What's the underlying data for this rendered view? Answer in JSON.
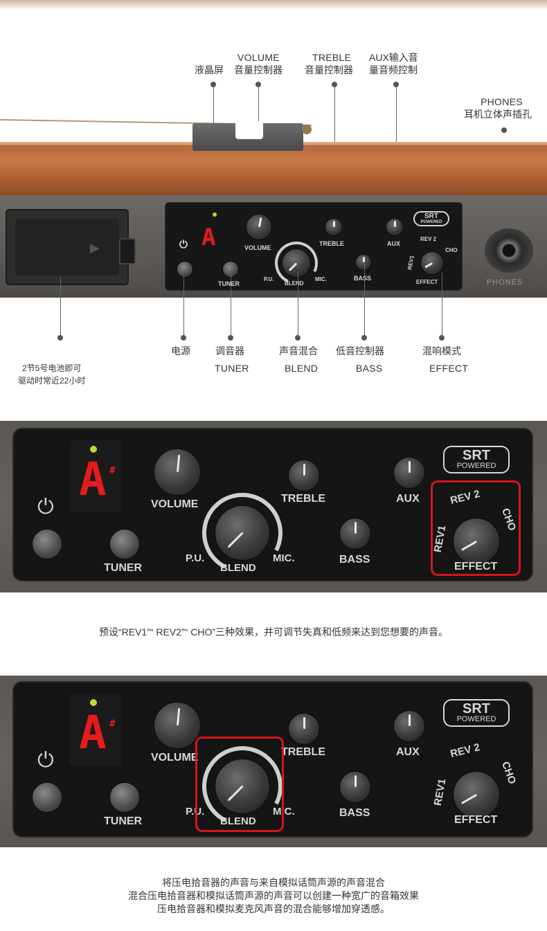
{
  "top_labels": {
    "lcd": "液晶屏",
    "volume_en": "VOLUME",
    "volume_cn": "音量控制器",
    "treble_en": "TREBLE",
    "treble_cn": "音量控制器",
    "aux_line1": "AUX输入音",
    "aux_line2": "量音频控制",
    "phones_en": "PHONES",
    "phones_cn": "耳机立体声插孔"
  },
  "bottom_labels": {
    "power_cn": "电源",
    "tuner_cn": "调音器",
    "tuner_en": "TUNER",
    "blend_cn": "声音混合",
    "blend_en": "BLEND",
    "bass_cn": "低音控制器",
    "bass_en": "BASS",
    "effect_cn": "混响模式",
    "effect_en": "EFFECT",
    "battery_line1": "2节5号电池即可",
    "battery_line2": "驱动时常近22小时"
  },
  "panel": {
    "digit": "A",
    "volume": "VOLUME",
    "treble": "TREBLE",
    "aux": "AUX",
    "tuner": "TUNER",
    "pu": "P.U.",
    "blend": "BLEND",
    "mic": "MIC.",
    "bass": "BASS",
    "rev1": "REV1",
    "rev2": "REV 2",
    "cho": "CHO",
    "effect": "EFFECT",
    "srt": "SRT",
    "powered": "POWERED",
    "phones": "PHONES",
    "sharp": "#"
  },
  "captions": {
    "effect": "预设“REV1”“ REV2”“ CHO”三种效果，并可调节失真和低频来达到您想要的声音。",
    "blend_line1": "将压电拾音器的声音与来自模拟话筒声源的声音混合",
    "blend_line2": "混合压电拾音器和模拟话筒声源的声音可以创建一种宽广的音箱效果",
    "blend_line3": "压电拾音器和模拟麦克风声音的混合能够增加穿透感。"
  },
  "colors": {
    "highlight": "#d6161b",
    "digit": "#e61c1c",
    "led": "#c8d332"
  }
}
